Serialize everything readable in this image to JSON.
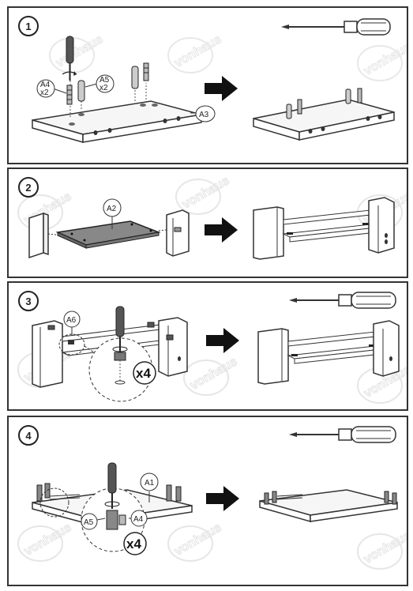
{
  "watermark": "vonhaus",
  "steps": [
    {
      "number": "1",
      "labels": {
        "a4": "A4",
        "a4_qty": "x2",
        "a5": "A5",
        "a5_qty": "x2",
        "a3": "A3"
      }
    },
    {
      "number": "2",
      "labels": {
        "a2": "A2"
      }
    },
    {
      "number": "3",
      "labels": {
        "a6": "A6",
        "multiplier": "x4"
      }
    },
    {
      "number": "4",
      "labels": {
        "a1": "A1",
        "a4": "A4",
        "a5": "A5",
        "multiplier": "x4"
      }
    }
  ]
}
